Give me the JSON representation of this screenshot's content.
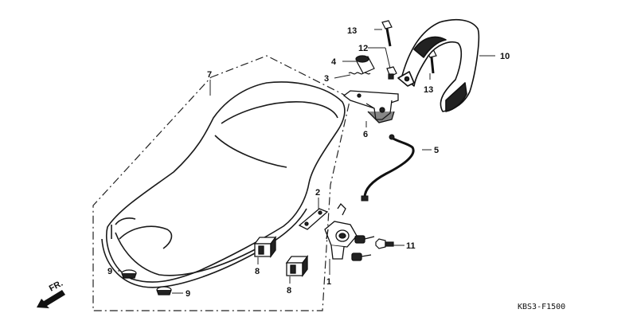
{
  "diagram": {
    "code": "KBS3-F1500",
    "direction_label": "FR.",
    "callouts": {
      "c1": "1",
      "c2": "2",
      "c3": "3",
      "c4": "4",
      "c5": "5",
      "c6": "6",
      "c7": "7",
      "c8a": "8",
      "c8b": "8",
      "c9a": "9",
      "c9b": "9",
      "c10": "10",
      "c11": "11",
      "c12": "12",
      "c13a": "13",
      "c13b": "13"
    }
  }
}
